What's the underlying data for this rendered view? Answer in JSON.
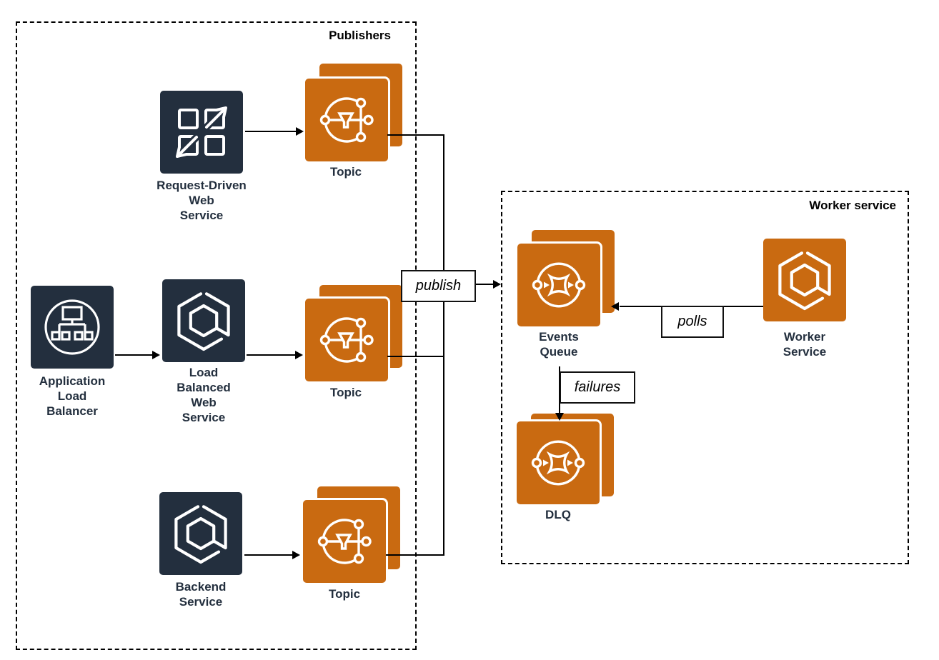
{
  "groups": {
    "publishers": {
      "label": "Publishers"
    },
    "worker": {
      "label": "Worker service"
    }
  },
  "nodes": {
    "request_driven_web_service": {
      "lines": [
        "Request-Driven",
        "Web",
        "Service"
      ],
      "icon": "app-runner-grid-arrows-icon"
    },
    "application_load_balancer": {
      "lines": [
        "Application",
        "Load",
        "Balancer"
      ],
      "icon": "load-balancer-icon"
    },
    "load_balanced_web_service": {
      "lines": [
        "Load",
        "Balanced",
        "Web",
        "Service"
      ],
      "icon": "service-hexagon-icon"
    },
    "backend_service": {
      "lines": [
        "Backend",
        "Service"
      ],
      "icon": "service-hexagon-icon"
    },
    "topic_top": {
      "label": "Topic",
      "icon": "sns-topic-icon"
    },
    "topic_middle": {
      "label": "Topic",
      "icon": "sns-topic-icon"
    },
    "topic_bottom": {
      "label": "Topic",
      "icon": "sns-topic-icon"
    },
    "events_queue": {
      "lines": [
        "Events",
        "Queue"
      ],
      "icon": "sqs-queue-icon"
    },
    "worker_service": {
      "lines": [
        "Worker",
        "Service"
      ],
      "icon": "service-hexagon-icon"
    },
    "dlq": {
      "label": "DLQ",
      "icon": "sqs-queue-icon"
    }
  },
  "edges": {
    "publish": {
      "label": "publish"
    },
    "polls": {
      "label": "polls"
    },
    "failures": {
      "label": "failures"
    }
  },
  "colors": {
    "service_navy": "#232F3E",
    "resource_orange": "#C96A11",
    "label_navy": "#232F3E",
    "line_black": "#000000",
    "glyph_white": "#FFFFFF"
  }
}
